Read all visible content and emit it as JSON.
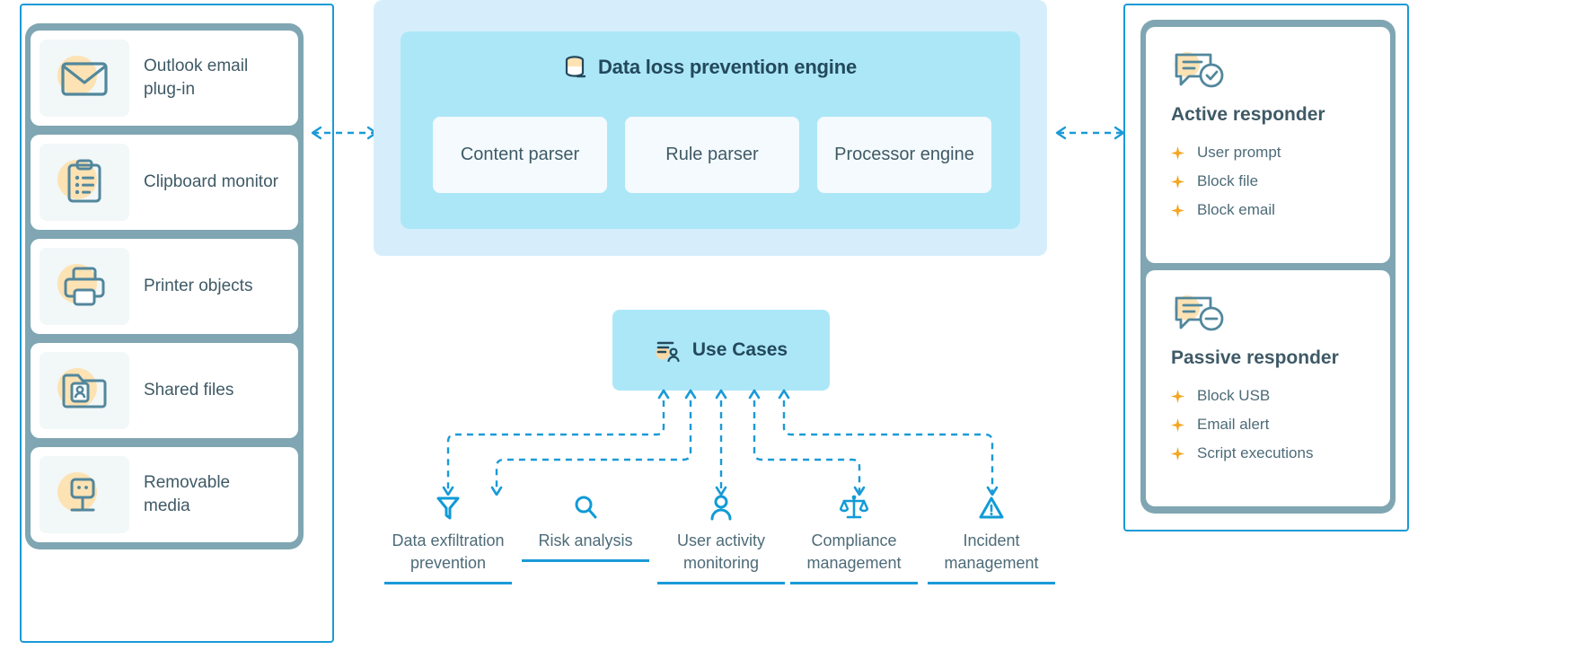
{
  "left_panel": {
    "name": "data-sources",
    "items": [
      {
        "label": "Outlook email plug-in",
        "icon": "envelope-icon"
      },
      {
        "label": "Clipboard monitor",
        "icon": "clipboard-icon"
      },
      {
        "label": "Printer objects",
        "icon": "printer-icon"
      },
      {
        "label": "Shared files",
        "icon": "shared-folder-icon"
      },
      {
        "label": "Removable media",
        "icon": "usb-drive-icon"
      }
    ]
  },
  "engine": {
    "title": "Data loss prevention engine",
    "icon": "database-icon",
    "cards": [
      "Content parser",
      "Rule parser",
      "Processor engine"
    ]
  },
  "use_cases": {
    "title": "Use Cases",
    "icon": "user-list-icon",
    "items": [
      {
        "label": "Data exfiltration prevention",
        "icon": "funnel-icon"
      },
      {
        "label": "Risk analysis",
        "icon": "magnifier-icon"
      },
      {
        "label": "User activity monitoring",
        "icon": "person-icon"
      },
      {
        "label": "Compliance management",
        "icon": "scales-icon"
      },
      {
        "label": "Incident management",
        "icon": "warning-triangle-icon"
      }
    ]
  },
  "right_panel": {
    "cards": [
      {
        "title": "Active responder",
        "icon": "chat-check-icon",
        "bullets": [
          "User prompt",
          "Block file",
          "Block email"
        ]
      },
      {
        "title": "Passive responder",
        "icon": "chat-minus-icon",
        "bullets": [
          "Block USB",
          "Email alert",
          "Script executions"
        ]
      }
    ]
  },
  "colors": {
    "accent_blue": "#1a9ad7",
    "panel_slate": "#7fa6b2",
    "engine_outer": "#d6eefb",
    "engine_inner": "#ace7f8",
    "text_dark": "#23495c",
    "text_body": "#4d6b78",
    "highlight_orange": "#f5a623",
    "blob_peach": "#fde2b3"
  }
}
